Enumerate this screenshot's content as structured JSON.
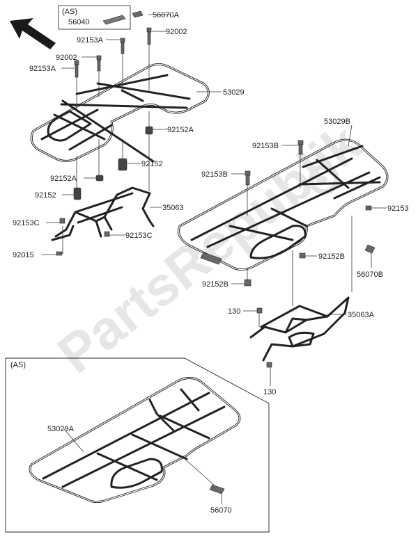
{
  "watermark": "PartsRepublik",
  "arrow_icon": "direction-arrow-icon",
  "as_box_top": {
    "title": "(AS)",
    "part": "56040"
  },
  "as_box_bottom": {
    "title": "(AS)"
  },
  "labels": {
    "p56070A": "56070A",
    "p92002_top": "92002",
    "p92153A_1": "92153A",
    "p92002_left": "92002",
    "p92153A_2": "92153A",
    "p53029": "53029",
    "p92152A_right": "92152A",
    "p92152_mid": "92152",
    "p92152A_left": "92152A",
    "p92152_left": "92152",
    "p35063": "35063",
    "p92153C_left": "92153C",
    "p92153C_right": "92153C",
    "p92015": "92015",
    "p53029B": "53029B",
    "p92153B_top": "92153B",
    "p92153B_left": "92153B",
    "p92153": "92153",
    "p92152B_right": "92152B",
    "p56070B": "56070B",
    "p92152B_bottom": "92152B",
    "p130_top": "130",
    "p35063A": "35063A",
    "p130_bottom": "130",
    "p53029A": "53029A",
    "p56070": "56070"
  }
}
